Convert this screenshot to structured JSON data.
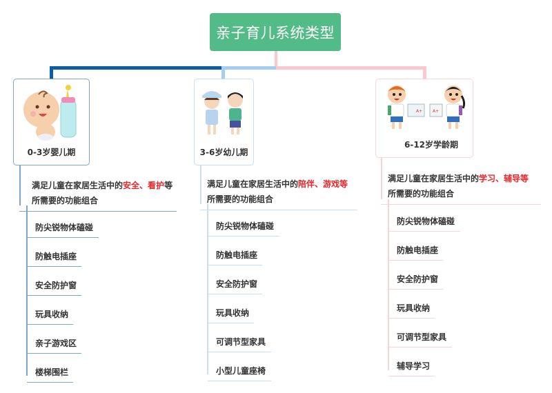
{
  "root": {
    "title": "亲子育儿系统类型"
  },
  "colors": {
    "root_bg": "#52bb87",
    "branch1": "#0a5ea8",
    "branch2": "#a6cef5",
    "branch3": "#f9c9cd",
    "highlight": "#e8262b"
  },
  "branches": [
    {
      "label": "0-3岁婴儿期",
      "illustration": "baby-with-bottle-icon",
      "desc_prefix": "满足儿童在家居生活中的",
      "desc_hl1": "安全",
      "desc_sep": "、",
      "desc_hl2": "看护",
      "desc_mid": "等",
      "desc_line2": "所需要的功能组合",
      "items": [
        "防尖锐物体磕碰",
        "防触电插座",
        "安全防护窗",
        "玩具收纳",
        "亲子游戏区",
        "楼梯围栏"
      ]
    },
    {
      "label": "3-6岁幼儿期",
      "illustration": "toddlers-icon",
      "desc_prefix": "满足儿童在家居生活中的",
      "desc_hl1": "陪伴",
      "desc_sep": "、",
      "desc_hl2": "游戏等",
      "desc_mid": "",
      "desc_line2": "所需要的功能组合",
      "items": [
        "防尖锐物体磕碰",
        "防触电插座",
        "安全防护窗",
        "玩具收纳",
        "可调节型家具",
        "小型儿童座椅"
      ]
    },
    {
      "label": "6-12岁学龄期",
      "illustration": "school-kids-icon",
      "desc_prefix": "满足儿童在家居生活中的",
      "desc_hl1": "学习",
      "desc_sep": "、",
      "desc_hl2": "辅导等",
      "desc_mid": "",
      "desc_line2": "所需要的功能组合",
      "items": [
        "防尖锐物体磕碰",
        "防触电插座",
        "安全防护窗",
        "玩具收纳",
        "可调节型家具",
        "辅导学习"
      ]
    }
  ]
}
